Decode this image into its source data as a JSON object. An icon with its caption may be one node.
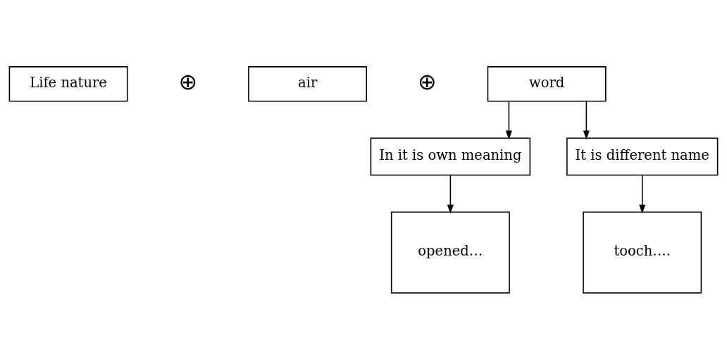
{
  "diagram": {
    "nodes": [
      {
        "text": [
          "Life nature"
        ]
      },
      {
        "text": [
          "air"
        ]
      },
      {
        "text": [
          "word"
        ]
      },
      {
        "text": [
          "In it is own meaning"
        ]
      },
      {
        "text": [
          "It is different name"
        ]
      },
      {
        "text": [
          "opened…"
        ]
      },
      {
        "text": [
          "tooch…."
        ]
      }
    ],
    "edges": [
      {
        "from": 2,
        "to": 3,
        "arrow": "to"
      },
      {
        "from": 2,
        "to": 4,
        "arrow": "to"
      },
      {
        "from": 3,
        "to": 5,
        "arrow": "to"
      },
      {
        "from": 4,
        "to": 6,
        "arrow": "to"
      }
    ],
    "labels": [
      "⊕",
      "⊕"
    ]
  }
}
